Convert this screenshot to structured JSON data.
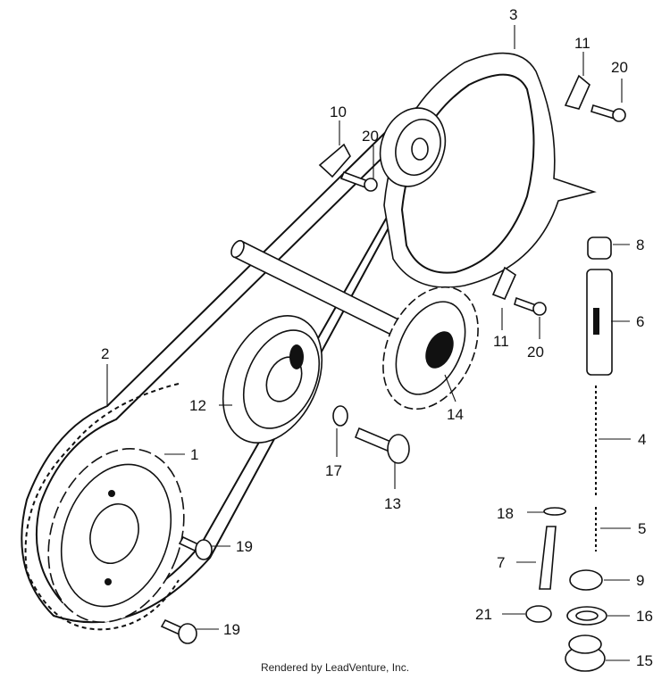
{
  "callouts": {
    "c1": "1",
    "c2": "2",
    "c3": "3",
    "c4": "4",
    "c5": "5",
    "c6": "6",
    "c7": "7",
    "c8": "8",
    "c9": "9",
    "c10": "10",
    "c11a": "11",
    "c11b": "11",
    "c12": "12",
    "c13": "13",
    "c14": "14",
    "c15": "15",
    "c16": "16",
    "c17": "17",
    "c18": "18",
    "c19a": "19",
    "c19b": "19",
    "c20a": "20",
    "c20b": "20",
    "c20c": "20",
    "c21": "21"
  },
  "footer": "Rendered by LeadVenture, Inc."
}
